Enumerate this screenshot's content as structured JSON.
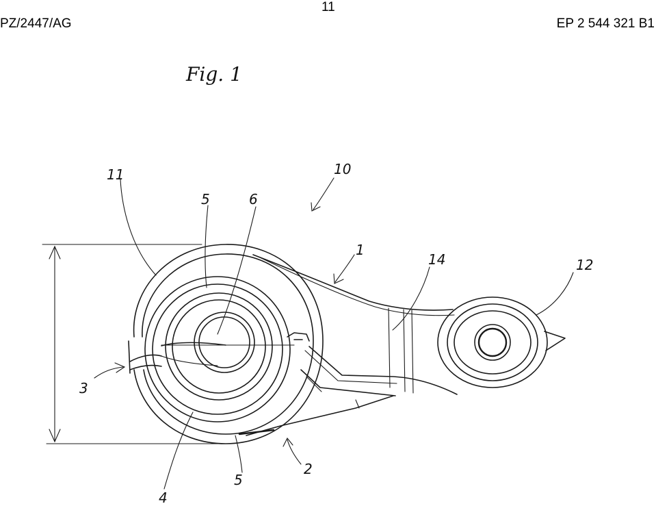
{
  "header": {
    "left": "PZ/2447/AG",
    "page_number": "11",
    "right": "EP 2 544 321 B1"
  },
  "figure": {
    "title": "Fig. 1",
    "reference_labels": {
      "r10": "10",
      "r11": "11",
      "r5_top": "5",
      "r6": "6",
      "r1": "1",
      "r14": "14",
      "r12": "12",
      "r3": "3",
      "r2": "2",
      "r5_bottom": "5",
      "r4": "4"
    }
  }
}
